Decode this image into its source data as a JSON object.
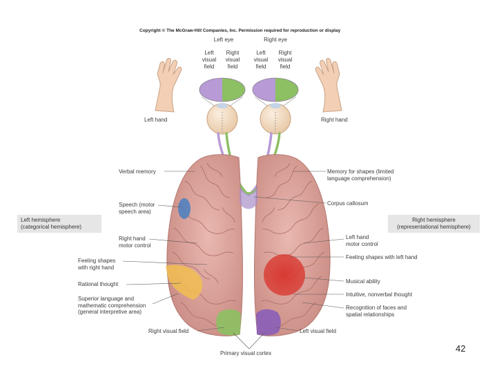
{
  "copyright": "Copyright © The McGraw-Hill Companies, Inc. Permission required for reproduction or display",
  "eyes": {
    "left": {
      "title": "Left eye",
      "left_field": "Left\nvisual\nfield",
      "right_field": "Right\nvisual\nfield"
    },
    "right": {
      "title": "Right eye",
      "left_field": "Left\nvisual\nfield",
      "right_field": "Right\nvisual\nfield"
    }
  },
  "hands": {
    "left": "Left hand",
    "right": "Right hand"
  },
  "hemispheres": {
    "left": "Left hemisphere\n(categorical hemisphere)",
    "right": "Right hemisphere\n(representational hemisphere)"
  },
  "left_labels": {
    "verbal_memory": "Verbal memory",
    "speech": "Speech (motor\nspeech area)",
    "right_hand_motor": "Right hand\nmotor control",
    "feeling_right": "Feeling shapes\nwith right hand",
    "rational": "Rational thought",
    "superior_language": "Superior language and\nmathematic comprehension\n(general interpretive area)",
    "right_visual_field": "Right visual field"
  },
  "right_labels": {
    "memory_shapes": "Memory for shapes (limited\nlanguage comprehension)",
    "corpus_callosum": "Corpus callosum",
    "left_hand_motor": "Left hand\nmotor control",
    "feeling_left": "Feeling shapes with left hand",
    "musical": "Musical ability",
    "intuitive": "Intuitive, nonverbal thought",
    "recognition": "Recognition of faces and\nspatial relationships",
    "left_visual_field": "Left visual field"
  },
  "bottom_label": "Primary visual cortex",
  "page_number": "42",
  "colors": {
    "purple": "#b79ad6",
    "green": "#8cc063",
    "brain": "#d9a39c",
    "blue": "#4a7fc1",
    "yellow": "#f2c14e",
    "red": "#d8352d"
  }
}
